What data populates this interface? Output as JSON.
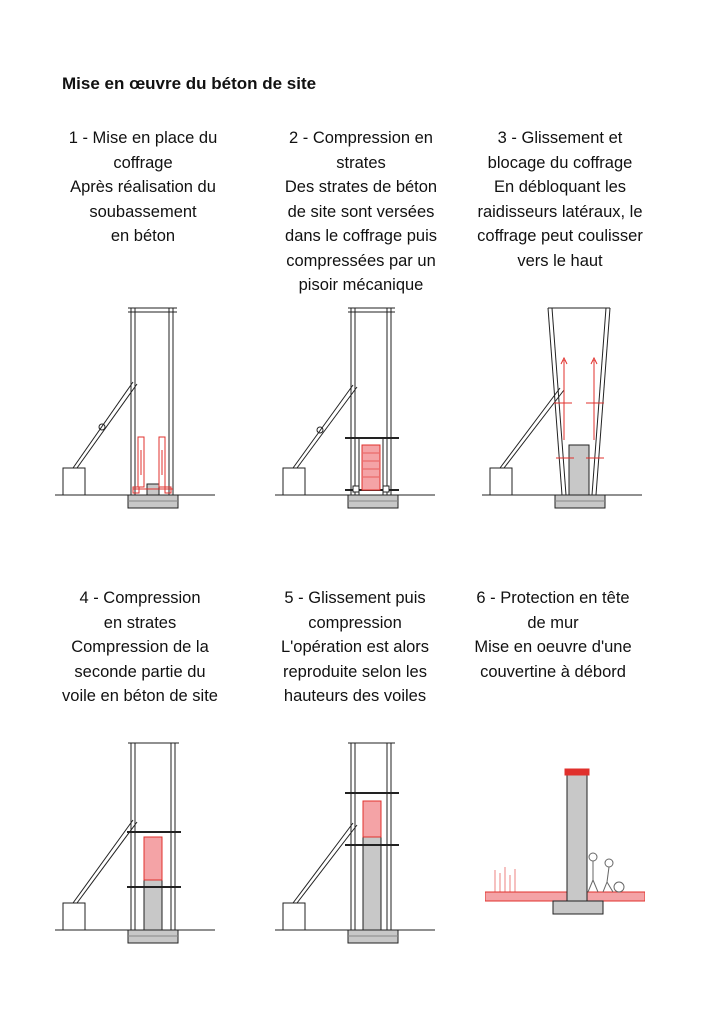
{
  "title": "Mise en œuvre du béton de site",
  "colors": {
    "accent": "#e0302c",
    "fill": "#f4a3a6",
    "ink": "#222222",
    "concrete": "#c8c8c8"
  },
  "steps": [
    {
      "heading": [
        "1 - Mise en place du",
        "coffrage"
      ],
      "body": [
        "Après réalisation du",
        "soubassement",
        "en béton"
      ]
    },
    {
      "heading": [
        "2 - Compression en",
        "strates"
      ],
      "body": [
        "Des strates de béton",
        "de site sont versées",
        "dans le coffrage puis",
        "compressées par un",
        "pisoir mécanique"
      ]
    },
    {
      "heading": [
        "3 - Glissement et",
        "blocage du coffrage"
      ],
      "body": [
        "En débloquant les",
        "raidisseurs latéraux, le",
        "coffrage peut coulisser",
        "vers le haut"
      ]
    },
    {
      "heading": [
        "4 - Compression",
        "en strates"
      ],
      "body": [
        "Compression de la",
        "seconde partie du",
        "voile en béton de site"
      ]
    },
    {
      "heading": [
        "5 - Glissement puis",
        "compression"
      ],
      "body": [
        "L'opération est alors",
        "reproduite selon les",
        "hauteurs des voiles"
      ]
    },
    {
      "heading": [
        "6 - Protection en tête",
        "de mur"
      ],
      "body": [
        "Mise en oeuvre d'une",
        "couvertine à débord"
      ]
    }
  ]
}
